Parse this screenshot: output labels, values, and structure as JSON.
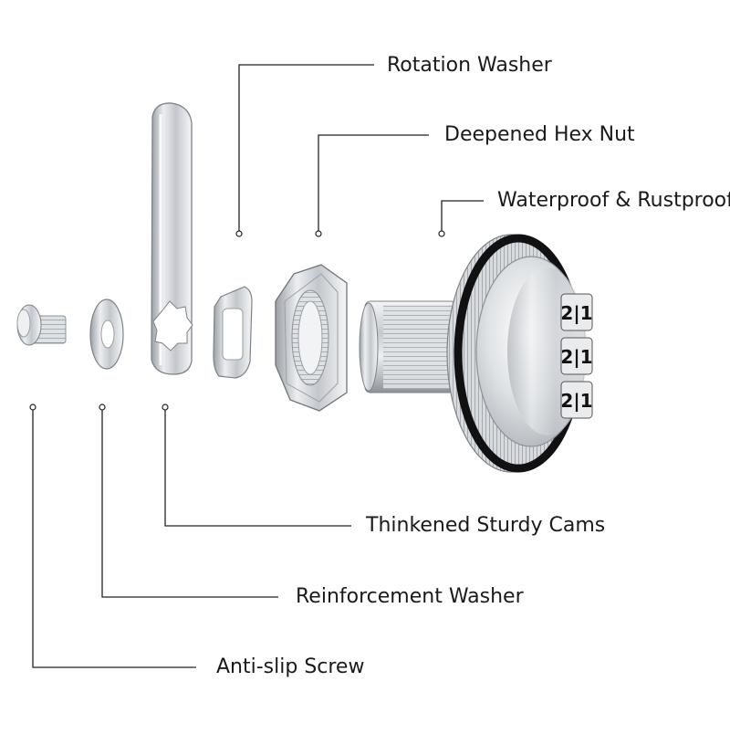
{
  "labels": {
    "rotation_washer": "Rotation Washer",
    "deepened_hex_nut": "Deepened Hex Nut",
    "waterproof": "Waterproof & Rustproof",
    "cams": "Thinkened Sturdy Cams",
    "reinforcement_washer": "Reinforcement Washer",
    "anti_slip_screw": "Anti-slip Screw"
  },
  "dial_digits": [
    "2|1",
    "2|1",
    "2|1"
  ],
  "colors": {
    "background": "#ffffff",
    "leader_line": "#222222",
    "oring": "#111111",
    "metal": "#c9ccd1"
  }
}
